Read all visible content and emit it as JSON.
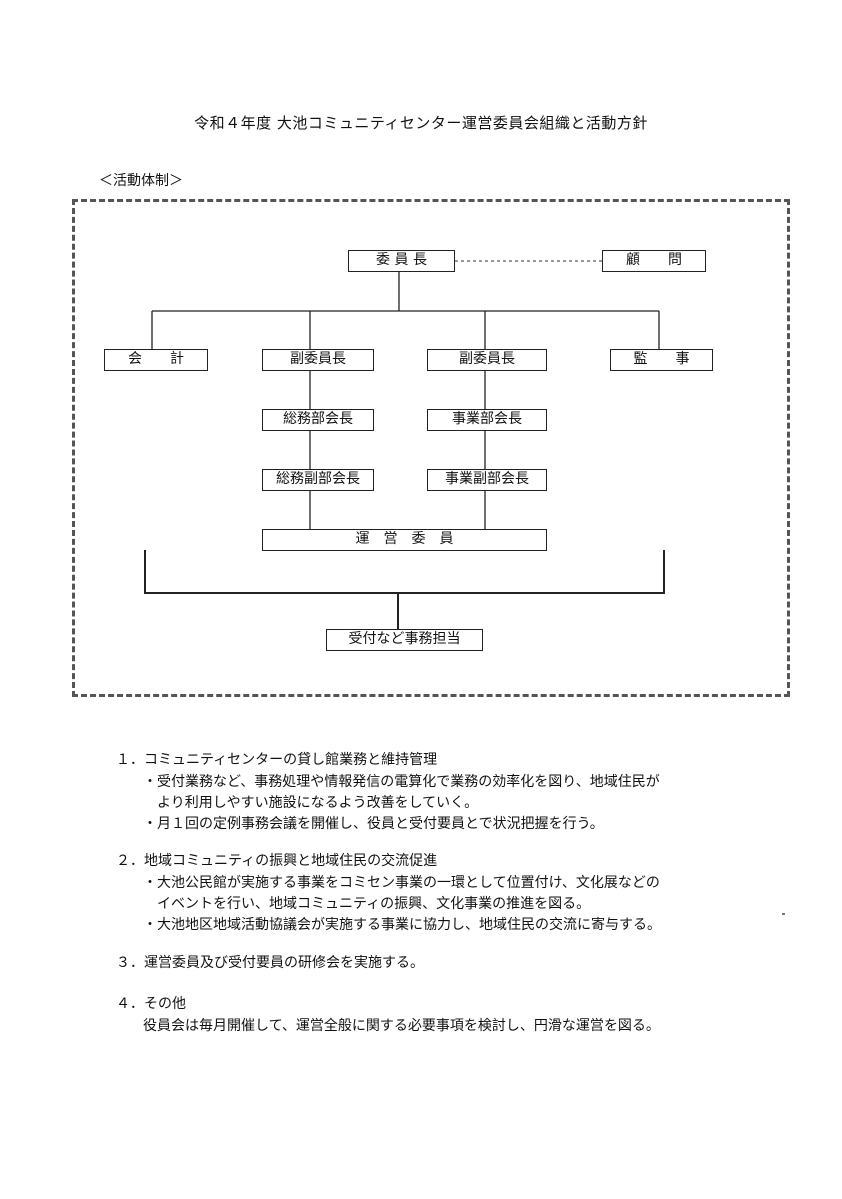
{
  "title": "令和４年度 大池コミュニティセンター運営委員会組織と活動方針",
  "section_label": "＜活動体制＞",
  "org_chart": {
    "chairman": "委 員 長",
    "advisor": "顧　　問",
    "accountant": "会　　計",
    "vice_chair_left": "副委員長",
    "vice_chair_right": "副委員長",
    "auditor": "監　　事",
    "general_affairs_head": "総務部会長",
    "operations_head": "事業部会長",
    "general_affairs_deputy": "総務副部会長",
    "operations_deputy": "事業副部会長",
    "steering_members": "運　営　委　員",
    "reception_staff": "受付など事務担当"
  },
  "policies": [
    {
      "heading": "１．コミュニティセンターの貸し館業務と維持管理",
      "lines": [
        "・受付業務など、事務処理や情報発信の電算化で業務の効率化を図り、地域住民が",
        "　より利用しやすい施設になるよう改善をしていく。",
        "・月１回の定例事務会議を開催し、役員と受付要員とで状況把握を行う。"
      ]
    },
    {
      "heading": "２．地域コミュニティの振興と地域住民の交流促進",
      "lines": [
        "・大池公民館が実施する事業をコミセン事業の一環として位置付け、文化展などの",
        "　イベントを行い、地域コミュニティの振興、文化事業の推進を図る。",
        "・大池地区地域活動協議会が実施する事業に協力し、地域住民の交流に寄与する。"
      ]
    },
    {
      "heading": "３．運営委員及び受付要員の研修会を実施する。",
      "lines": []
    },
    {
      "heading": "４．その他",
      "lines": [
        "役員会は毎月開催して、運営全般に関する必要事項を検討し、円滑な運営を図る。"
      ]
    }
  ]
}
